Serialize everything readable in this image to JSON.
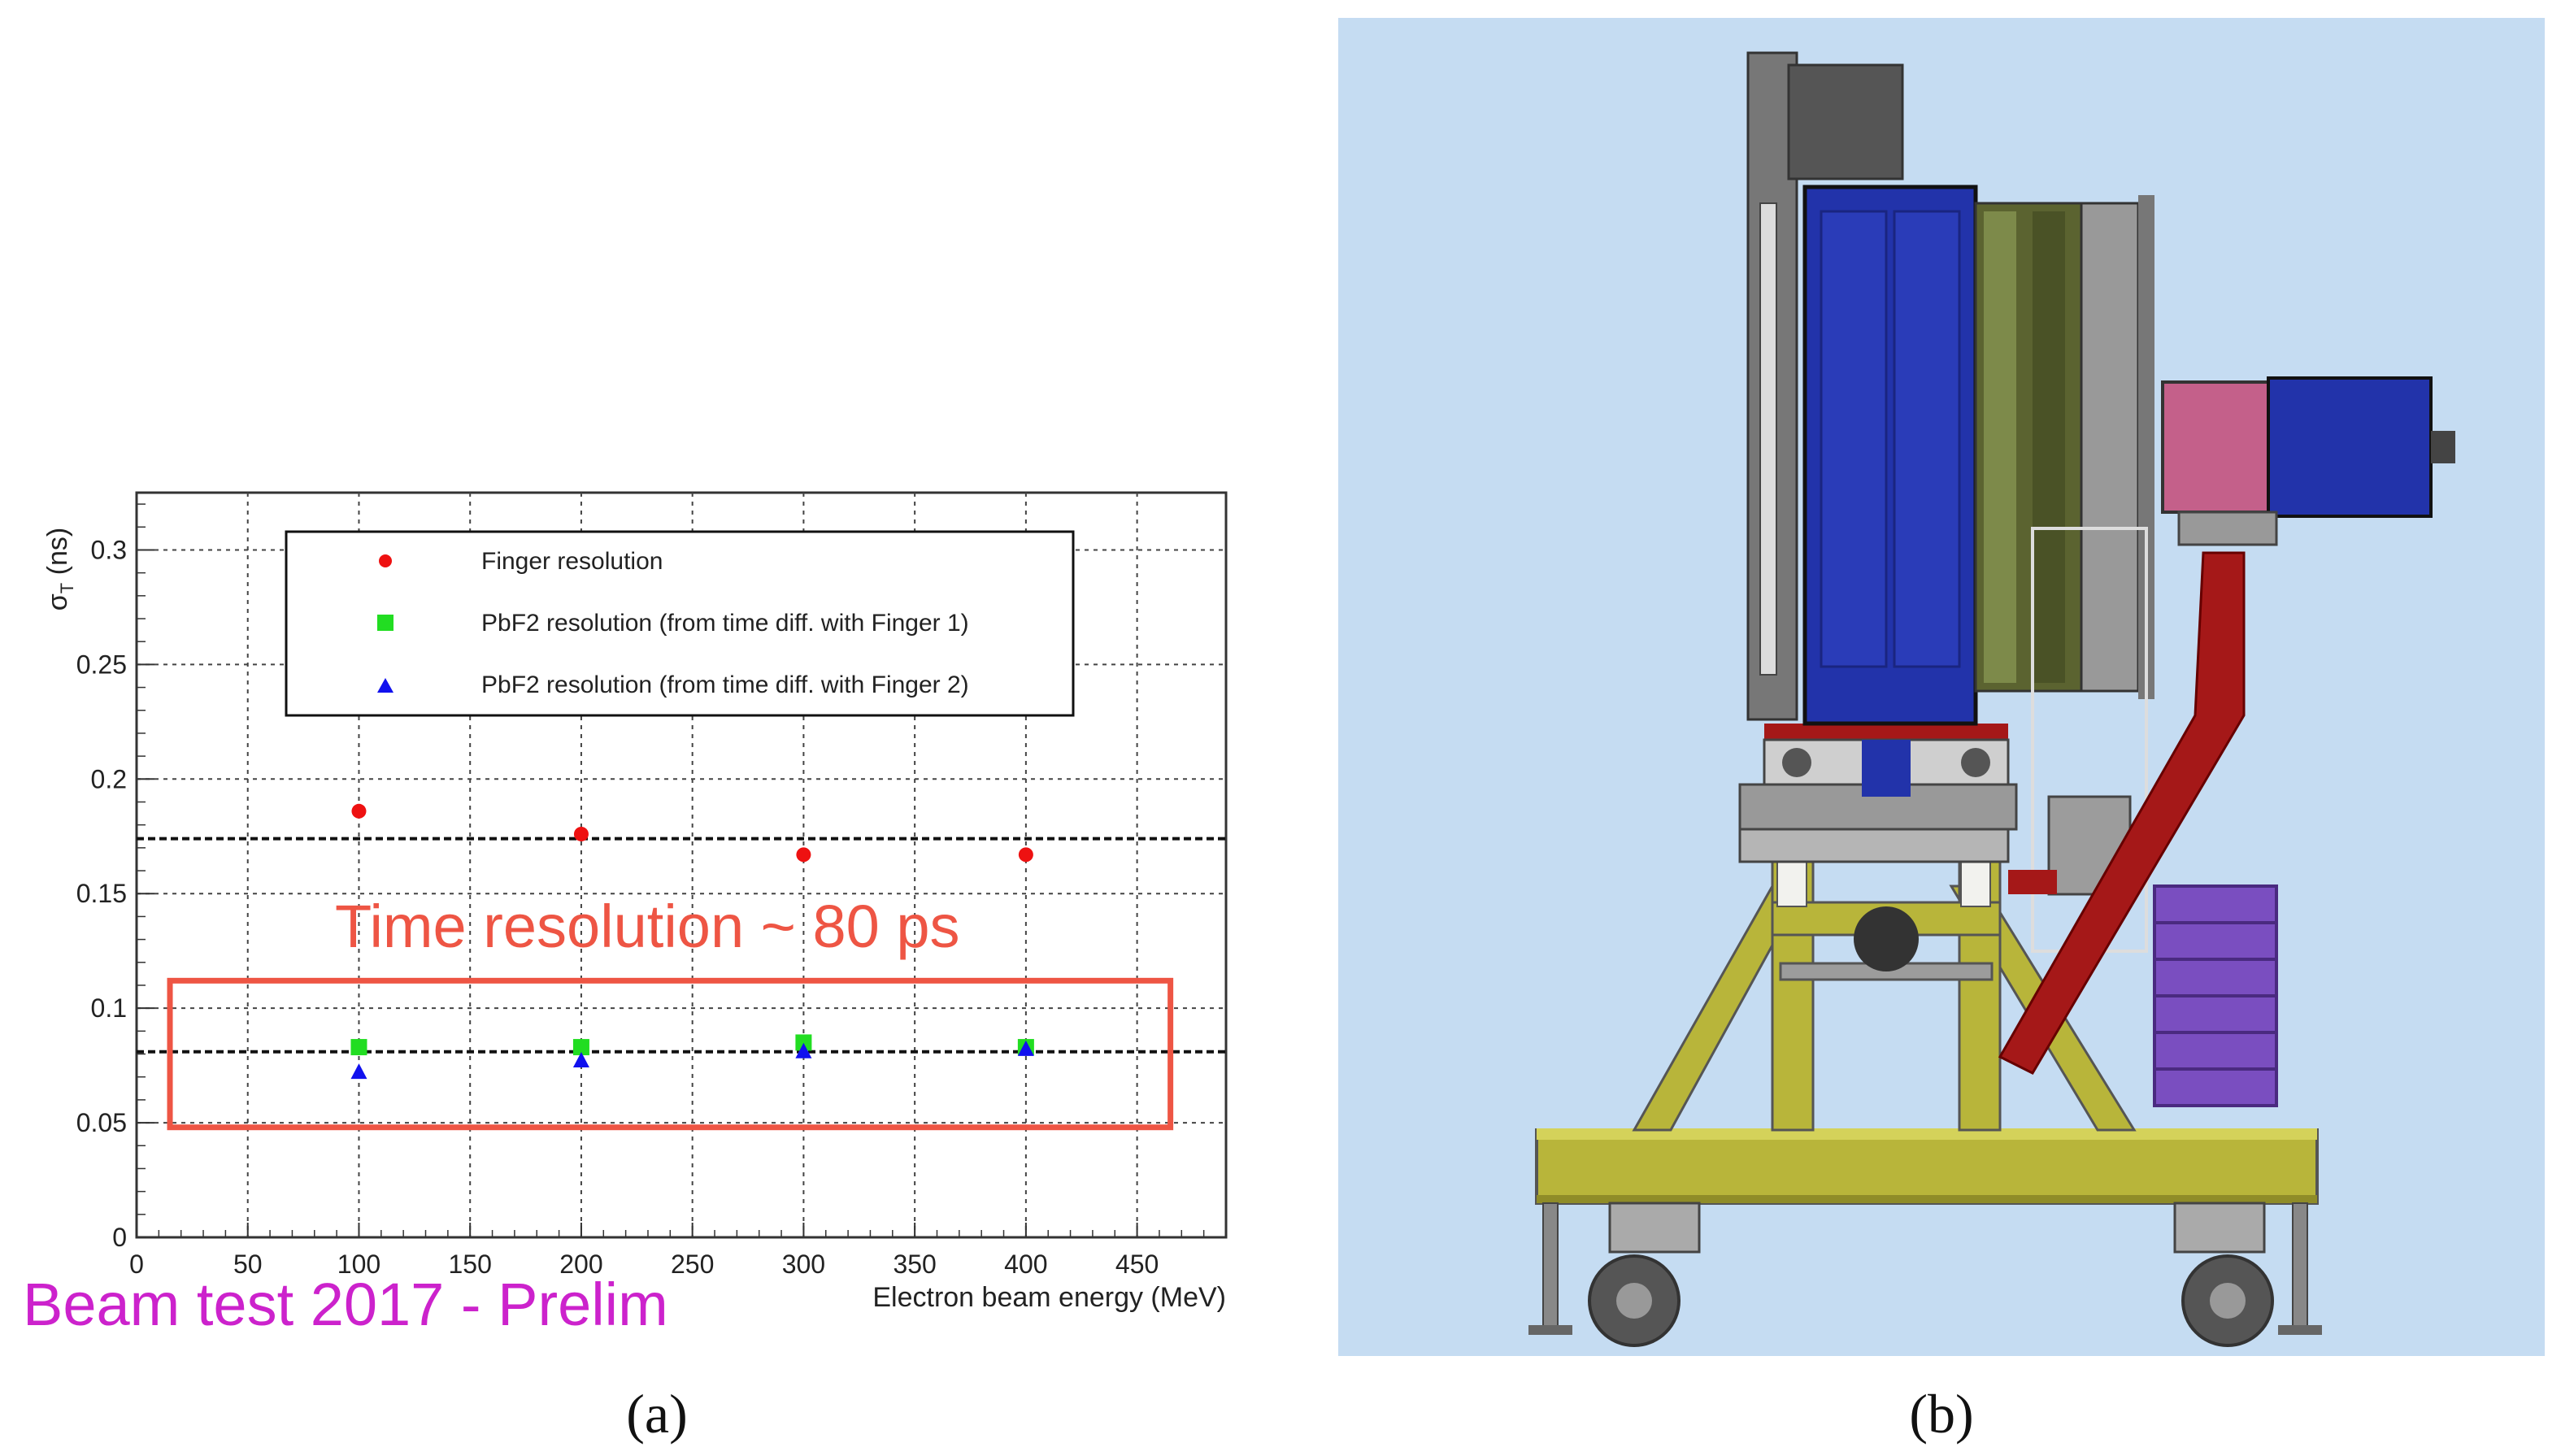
{
  "panel_labels": {
    "a": "(a)",
    "b": "(b)"
  },
  "chart_data": {
    "type": "scatter",
    "xlabel": "Electron beam energy (MeV)",
    "ylabel_main": "σ",
    "ylabel_sub": "T",
    "ylabel_unit": "(ns)",
    "xlim": [
      0,
      490
    ],
    "ylim": [
      0,
      0.325
    ],
    "xticks": [
      0,
      50,
      100,
      150,
      200,
      250,
      300,
      350,
      400,
      450
    ],
    "yticks": [
      0,
      0.05,
      0.1,
      0.15,
      0.2,
      0.25,
      0.3
    ],
    "ytick_labels": [
      "0",
      "0.05",
      "0.1",
      "0.15",
      "0.2",
      "0.25",
      "0.3"
    ],
    "grid": true,
    "legend_position": "top",
    "series": [
      {
        "name": "Finger resolution",
        "marker": "circle",
        "color": "#ee1111",
        "x": [
          100,
          200,
          300,
          400
        ],
        "y": [
          0.186,
          0.176,
          0.167,
          0.167
        ]
      },
      {
        "name": "PbF2 resolution (from time diff. with Finger 1)",
        "marker": "square",
        "color": "#22dd22",
        "x": [
          100,
          200,
          300,
          400
        ],
        "y": [
          0.083,
          0.083,
          0.085,
          0.083
        ]
      },
      {
        "name": "PbF2 resolution (from time diff. with Finger 2)",
        "marker": "triangle",
        "color": "#1111ee",
        "x": [
          100,
          200,
          300,
          400
        ],
        "y": [
          0.072,
          0.077,
          0.081,
          0.082
        ]
      }
    ],
    "reference_lines": [
      0.174,
      0.081
    ],
    "highlight_box": {
      "x": [
        15,
        465
      ],
      "y": [
        0.048,
        0.112
      ],
      "color": "#ee5544"
    },
    "annotation": {
      "text": "Time resolution ~ 80 ps",
      "color": "#ee5544"
    },
    "footer_label": {
      "text": "Beam test 2017 - Prelim",
      "color": "#cc22cc"
    }
  },
  "diagram": {
    "background": "#c5dcf2",
    "colors": {
      "blue": "#2233aa",
      "olive": "#b8b53a",
      "red": "#a51818",
      "pink": "#c4608a",
      "purple": "#7a4ec0",
      "grey": "#8c8c8c"
    }
  }
}
